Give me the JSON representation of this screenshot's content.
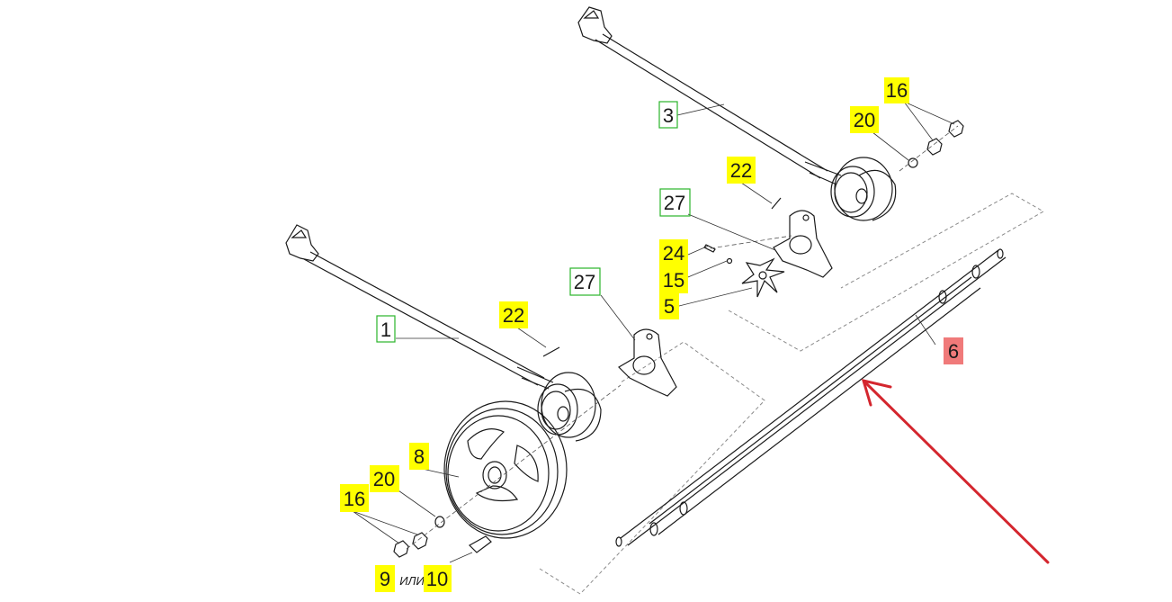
{
  "callouts": {
    "c1": "1",
    "c3": "3",
    "c27a": "27",
    "c27b": "27",
    "c22a": "22",
    "c22b": "22",
    "c24": "24",
    "c15": "15",
    "c5": "5",
    "c16a": "16",
    "c16b": "16",
    "c20a": "20",
    "c20b": "20",
    "c8": "8",
    "c6": "6",
    "c9": "9",
    "c10": "10",
    "or_text": "ИЛИ"
  },
  "colors": {
    "yellow_tag": "#ffff00",
    "green_frame": "#2ab52a",
    "red_tag": "#f07a7a",
    "arrow": "#d4262e",
    "line": "#1a1a1a",
    "dashed": "#8a8a8a"
  }
}
